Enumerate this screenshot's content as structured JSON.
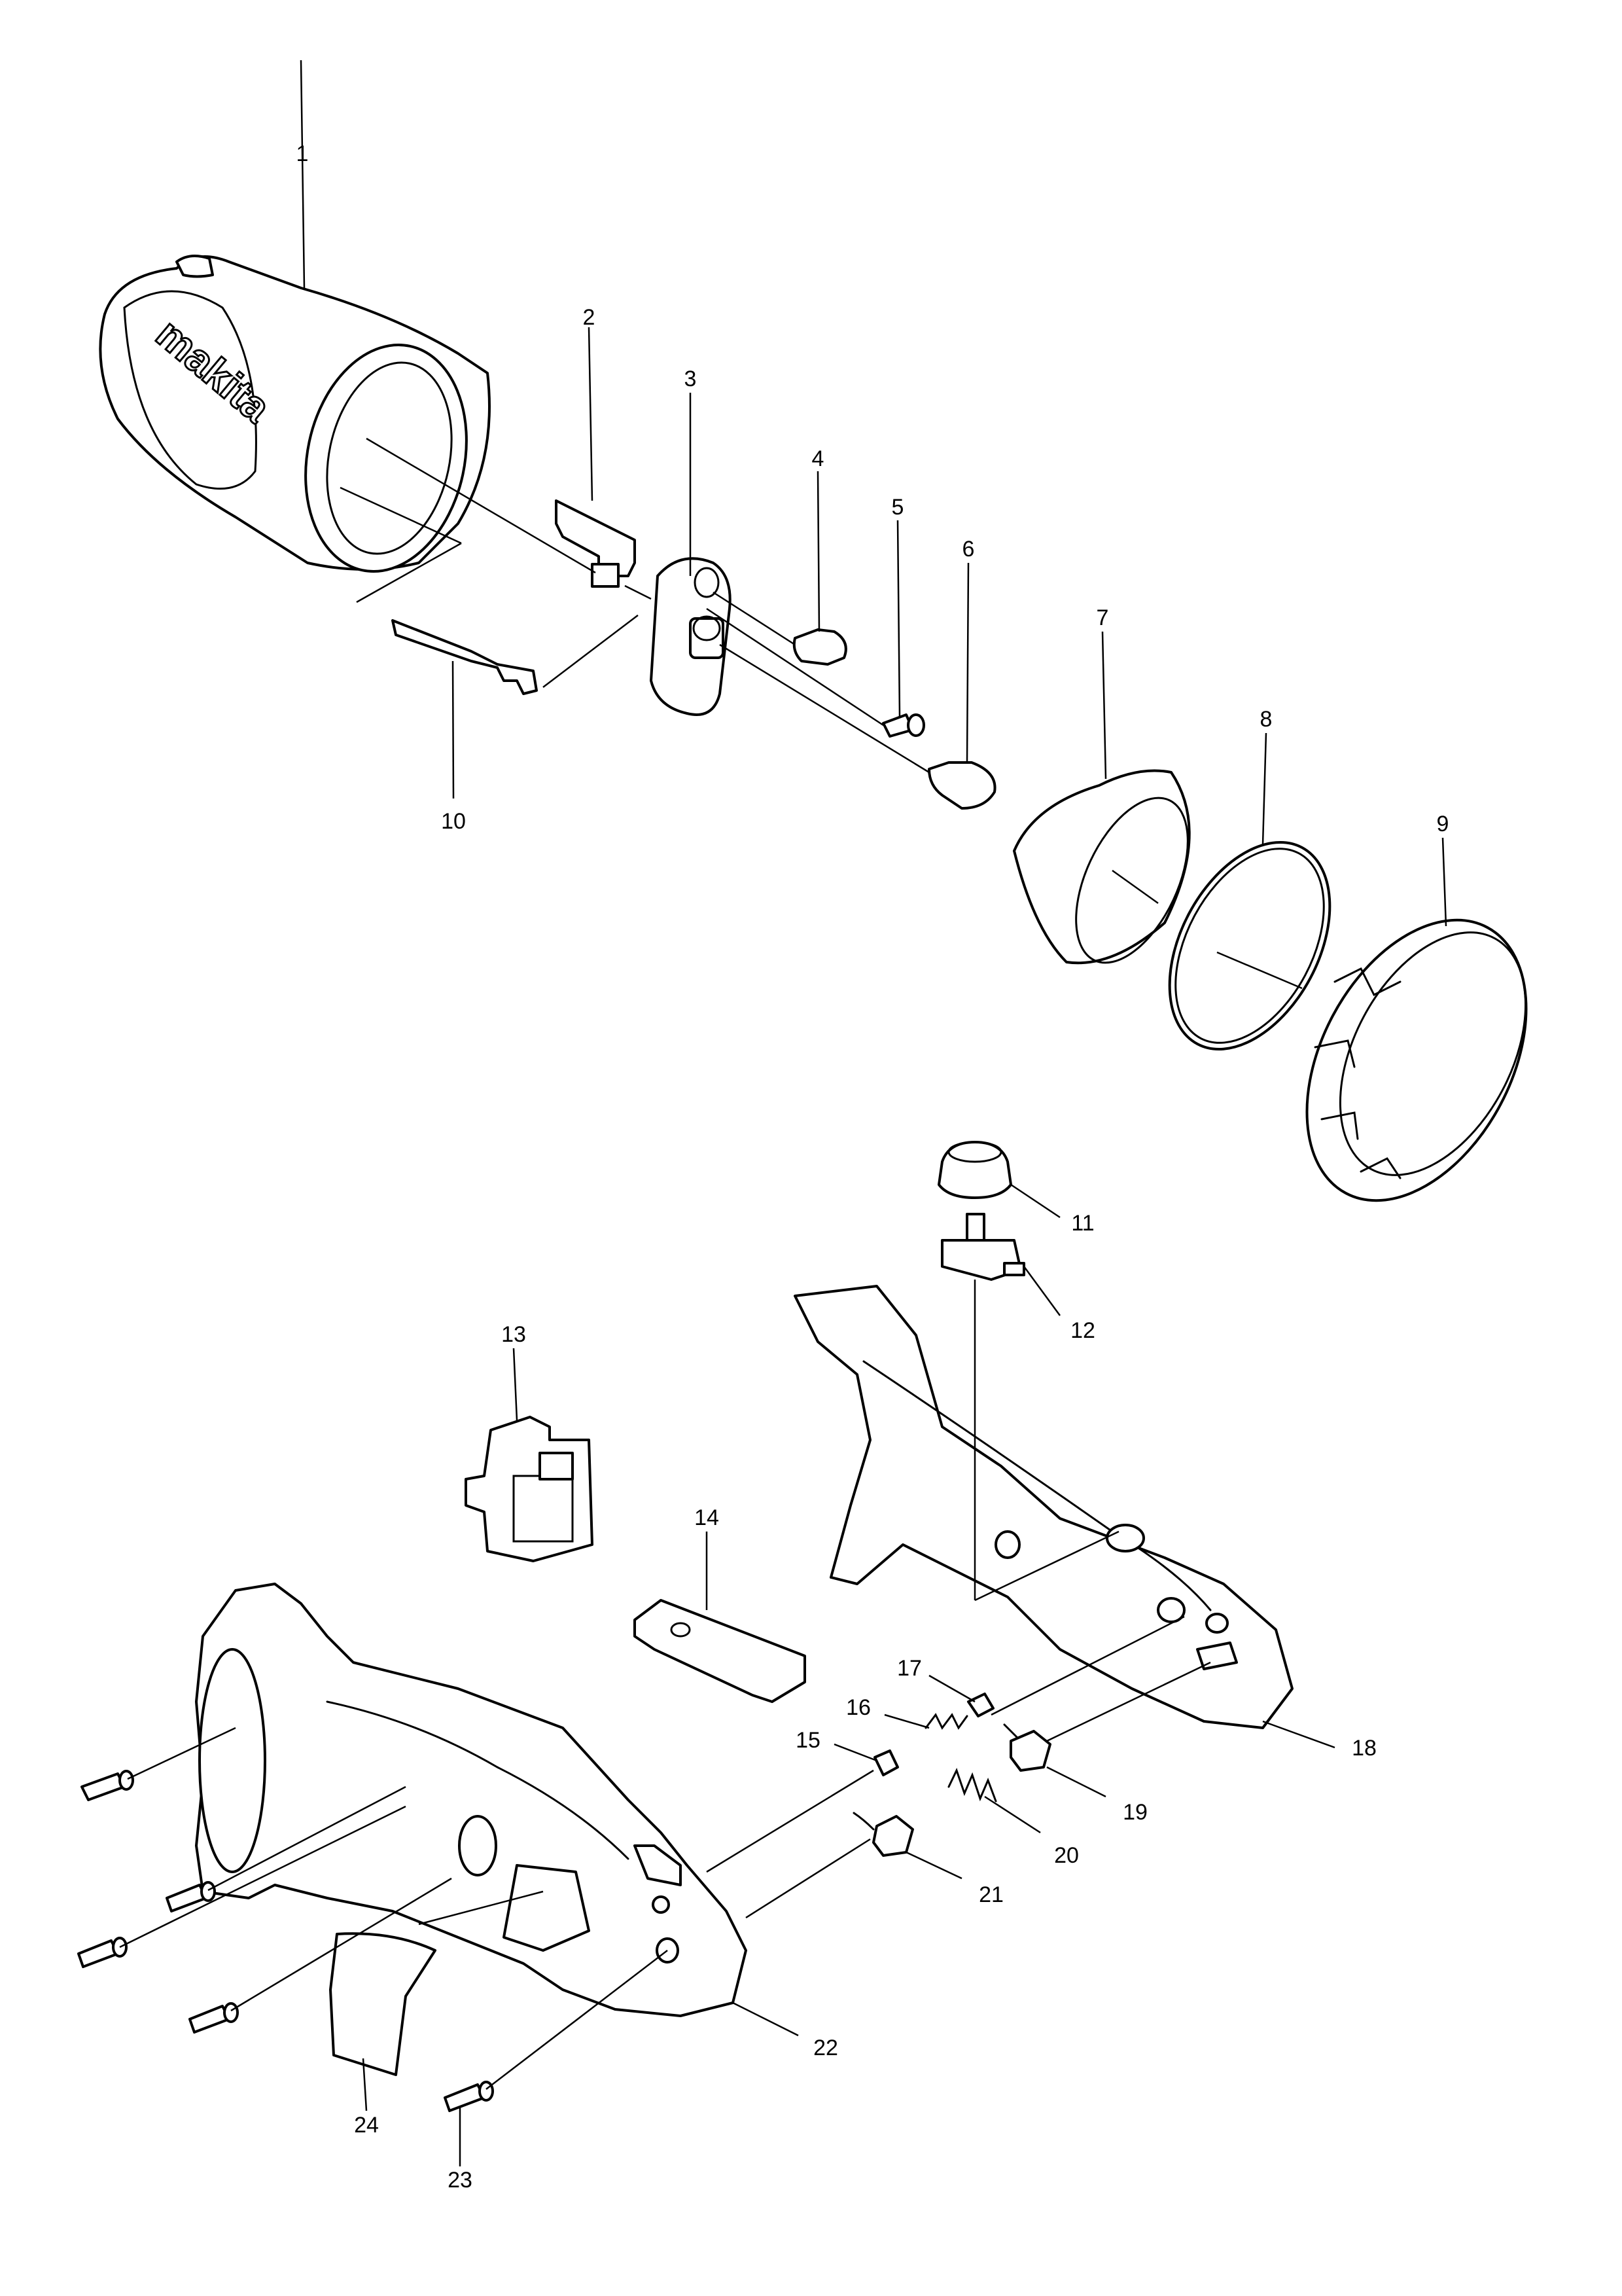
{
  "brand": {
    "logo_text": "makita",
    "stroke_color": "#000000",
    "background": "#ffffff"
  },
  "callouts": [
    {
      "label": "1"
    },
    {
      "label": "2"
    },
    {
      "label": "3"
    },
    {
      "label": "4"
    },
    {
      "label": "5"
    },
    {
      "label": "6"
    },
    {
      "label": "7"
    },
    {
      "label": "8"
    },
    {
      "label": "9"
    },
    {
      "label": "10"
    },
    {
      "label": "11"
    },
    {
      "label": "12"
    },
    {
      "label": "13"
    },
    {
      "label": "14"
    },
    {
      "label": "15"
    },
    {
      "label": "16"
    },
    {
      "label": "17"
    },
    {
      "label": "18"
    },
    {
      "label": "19"
    },
    {
      "label": "20"
    },
    {
      "label": "21"
    },
    {
      "label": "22"
    },
    {
      "label": "23"
    },
    {
      "label": "24"
    }
  ]
}
